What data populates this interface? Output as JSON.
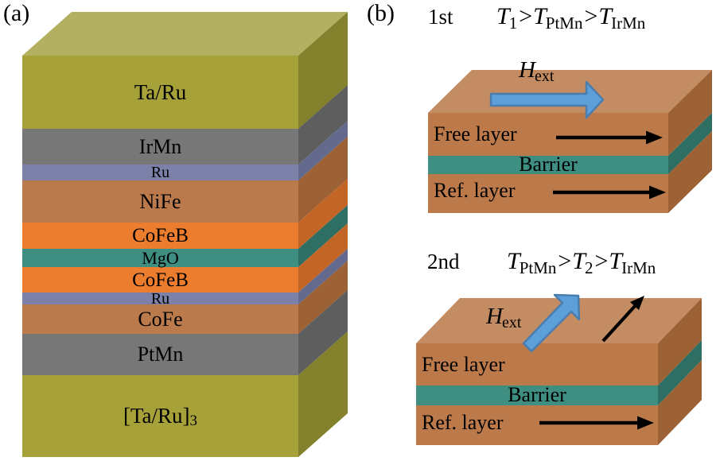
{
  "panel_a": {
    "label": "(a)",
    "top_color": "#b3b061",
    "layers": [
      {
        "label": "Ta/Ru",
        "front": "#a6a139",
        "side": "#83812c"
      },
      {
        "label": "IrMn",
        "front": "#777777",
        "side": "#5e5e5e"
      },
      {
        "label": "Ru",
        "front": "#7b81a8",
        "side": "#636a8d"
      },
      {
        "label": "NiFe",
        "front": "#ba7a4b",
        "side": "#9c6134"
      },
      {
        "label": "CoFeB",
        "front": "#ec7d2e",
        "side": "#c36524"
      },
      {
        "label": "MgO",
        "front": "#3f8e82",
        "side": "#2f6f63"
      },
      {
        "label": "CoFeB",
        "front": "#ec7d2e",
        "side": "#c36524"
      },
      {
        "label": "Ru",
        "front": "#7b81a8",
        "side": "#636a8d"
      },
      {
        "label": "CoFe",
        "front": "#ba7a4b",
        "side": "#9c6134"
      },
      {
        "label": "PtMn",
        "front": "#777777",
        "side": "#5e5e5e"
      },
      {
        "label_base": "[Ta/Ru]",
        "label_sub": "3",
        "front": "#a6a139",
        "side": "#83812c"
      }
    ]
  },
  "panel_b": {
    "label": "(b)",
    "colors": {
      "box_top": "#c48c62",
      "box_front": "#bc7a4b",
      "box_side": "#9c6134",
      "barrier_front": "#3f8e82",
      "barrier_side": "#2f6f63",
      "arrow_blue_fill": "#5d9fd8",
      "arrow_blue_stroke": "#4a7dae",
      "arrow_black": "#000000"
    },
    "step1": {
      "step": "1st",
      "formula": {
        "t1": "T",
        "s1": "1",
        "gt1": ">",
        "t2": "T",
        "s2": "PtMn",
        "gt2": ">",
        "t3": "T",
        "s3": "IrMn"
      },
      "field": {
        "base": "H",
        "sub": "ext"
      },
      "layers": {
        "free": "Free layer",
        "barrier": "Barrier",
        "ref": "Ref. layer"
      }
    },
    "step2": {
      "step": "2nd",
      "formula": {
        "t1": "T",
        "s1": "PtMn",
        "gt1": ">",
        "t2": "T",
        "s2": "2",
        "gt2": ">",
        "t3": "T",
        "s3": "IrMn"
      },
      "field": {
        "base": "H",
        "sub": "ext"
      },
      "layers": {
        "free": "Free layer",
        "barrier": "Barrier",
        "ref": "Ref. layer"
      }
    }
  }
}
